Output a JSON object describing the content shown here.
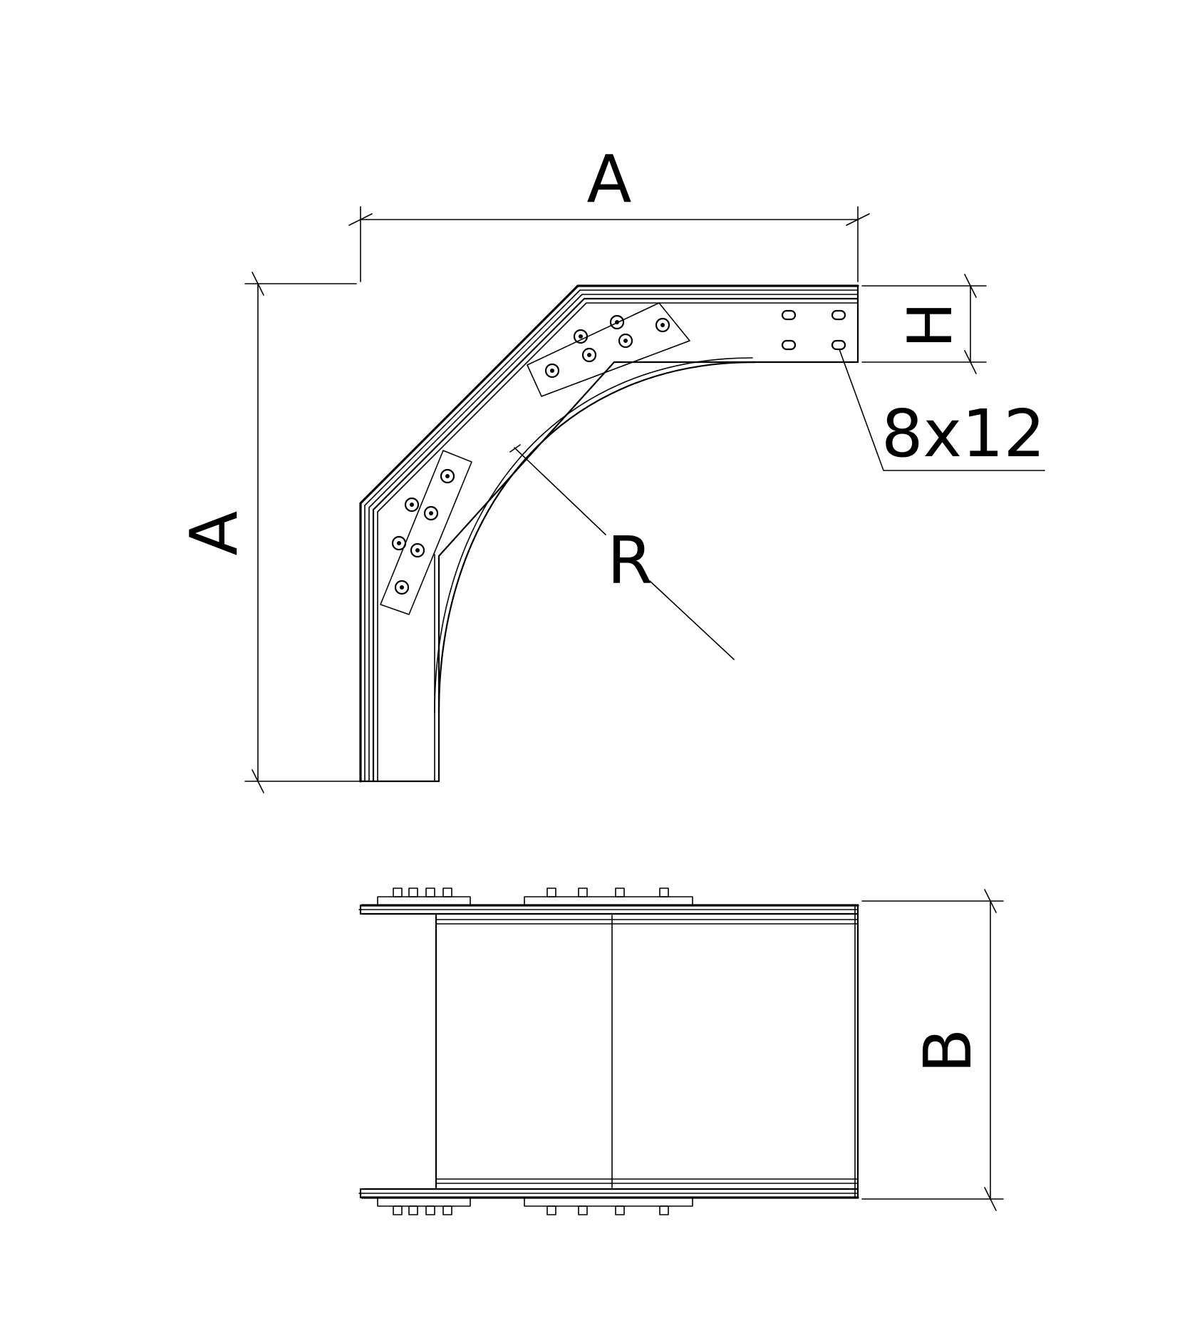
{
  "labels": {
    "dimension_a_top": "A",
    "dimension_a_left": "A",
    "dimension_h": "H",
    "slot_size": "8x12",
    "radius": "R",
    "dimension_b": "B"
  },
  "colors": {
    "ink": "#000000",
    "background": "#ffffff"
  }
}
